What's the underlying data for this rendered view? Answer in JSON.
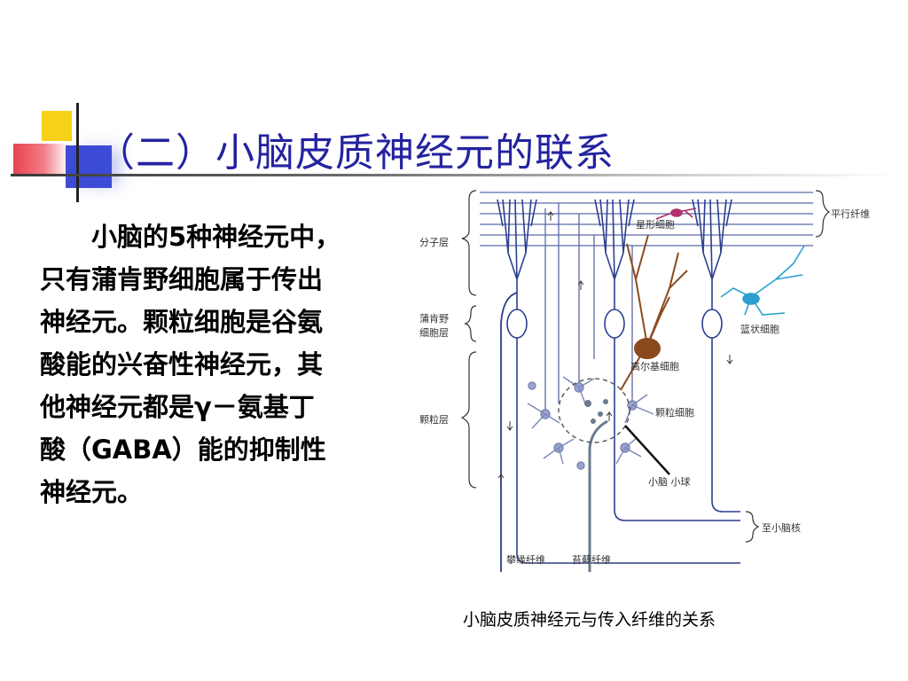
{
  "slide": {
    "title": "（二）小脑皮质神经元的联系",
    "body_lines": [
      "小脑的5种神经元中，",
      "只有蒲肯野细胞属于传出",
      "神经元。颗粒细胞是谷氨",
      "酸能的兴奋性神经元，其",
      "他神经元都是γ－氨基丁",
      "酸（GABA）能的抑制性",
      "神经元。"
    ],
    "caption": "小脑皮质神经元与传入纤维的关系"
  },
  "figure": {
    "labels": {
      "molecular_layer": "分子层",
      "purkinje_layer_1": "蒲肯野",
      "purkinje_layer_2": "细胞层",
      "granular_layer": "颗粒层",
      "parallel_fiber": "平行纤维",
      "stellate_cell": "星形细胞",
      "basket_cell": "篮状细胞",
      "golgi_cell": "高尔基细胞",
      "granule_cell": "颗粒细胞",
      "glomerulus": "小脑 小球",
      "to_nuclei": "至小脑核",
      "climbing_fiber": "攀缘纤维",
      "mossy_fiber": "苔藓纤维"
    },
    "colors": {
      "neuron": "#2c3f8f",
      "fiber": "#4a5aa0",
      "golgi": "#8b4a1e",
      "stellate": "#b0306a",
      "basket": "#2a9fd0"
    }
  }
}
